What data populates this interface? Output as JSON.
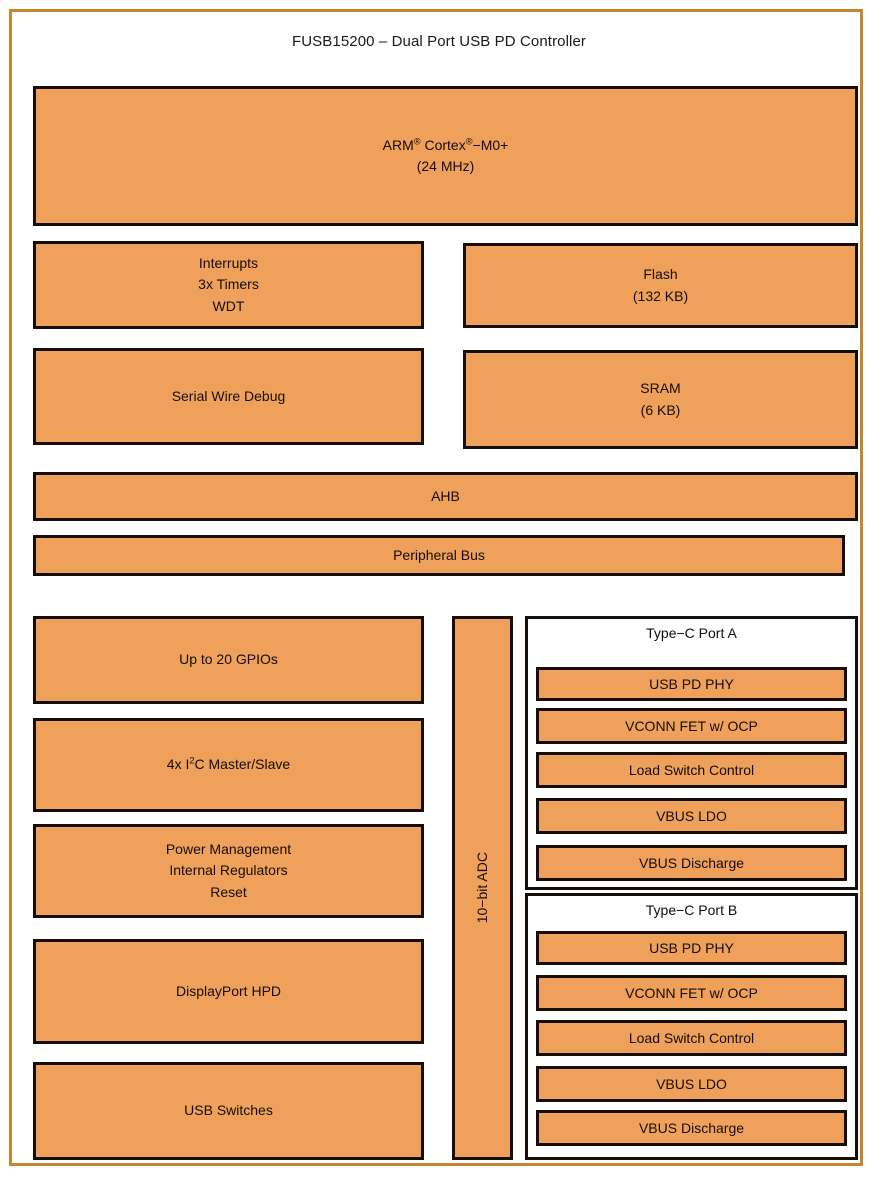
{
  "diagram": {
    "title": "FUSB15200 – Dual Port USB PD Controller",
    "frame_color": "#c6862f",
    "block_fill": "#efa05a",
    "block_border": "#140d08"
  },
  "cpu": {
    "line1_pre": "ARM",
    "line1_sup1": "®",
    "line1_mid": " Cortex",
    "line1_sup2": "®",
    "line1_post": "−M0+",
    "line2": "(24 MHz)"
  },
  "blocks": {
    "interrupts": {
      "line1": "Interrupts",
      "line2": "3x Timers",
      "line3": "WDT"
    },
    "flash": {
      "line1": "Flash",
      "line2": "(132 KB)"
    },
    "swd": {
      "line1": "Serial Wire Debug"
    },
    "sram": {
      "line1": "SRAM",
      "line2": "(6 KB)"
    },
    "ahb": {
      "line1": "AHB"
    },
    "peripheral_bus": {
      "line1": "Peripheral Bus"
    },
    "gpio": {
      "line1": "Up to 20 GPIOs"
    },
    "i2c": {
      "pre": "4x I",
      "sup": "2",
      "post": "C Master/Slave"
    },
    "power": {
      "line1": "Power Management",
      "line2": "Internal Regulators",
      "line3": "Reset"
    },
    "dp_hpd": {
      "line1": "DisplayPort HPD"
    },
    "usb_switches": {
      "line1": "USB Switches"
    },
    "adc": {
      "label": "10−bit ADC"
    }
  },
  "ports": [
    {
      "title": "Type−C Port A",
      "items": [
        "USB PD PHY",
        "VCONN FET w/ OCP",
        "Load Switch Control",
        "VBUS LDO",
        "VBUS Discharge"
      ]
    },
    {
      "title": "Type−C Port B",
      "items": [
        "USB PD PHY",
        "VCONN FET w/ OCP",
        "Load Switch Control",
        "VBUS LDO",
        "VBUS Discharge"
      ]
    }
  ]
}
